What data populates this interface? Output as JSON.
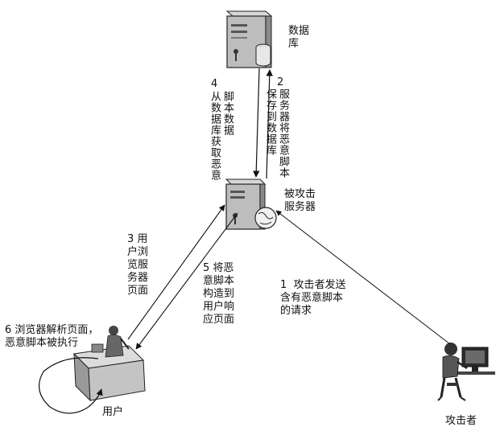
{
  "nodes": {
    "database": "数据\n库",
    "server": "被攻击\n服务器",
    "user": "用户",
    "attacker": "攻击者"
  },
  "steps": {
    "s1": "1  攻击者发送\n含有恶意脚本\n的请求",
    "s2_num": "2",
    "s2_cols": [
      "服务器将恶意脚本",
      "保存到数据库"
    ],
    "s3": "3 用\n户浏\n览服\n务器\n页面",
    "s4_num": "4",
    "s4_cols": [
      "脚本数据",
      "从数据库获取恶意"
    ],
    "s5": "5 将恶\n意脚本\n构造到\n用户响\n应页面",
    "s6": "6 浏览器解析页面，\n恶意脚本被执行"
  }
}
